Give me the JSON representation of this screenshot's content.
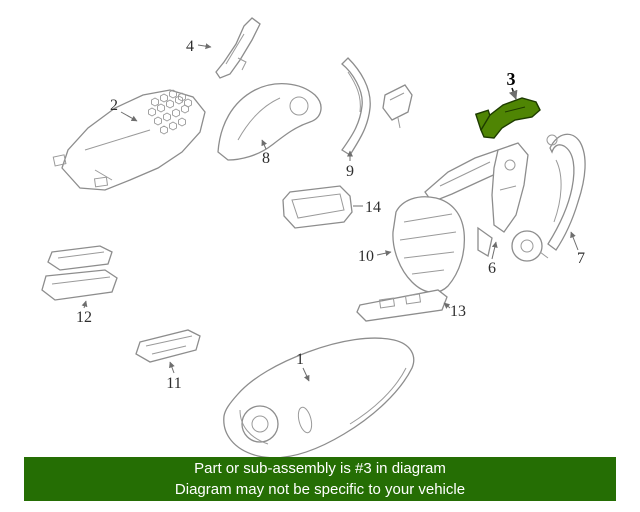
{
  "diagram": {
    "highlighted_part": "3",
    "labels": [
      {
        "text": "1"
      },
      {
        "text": "2"
      },
      {
        "text": "3"
      },
      {
        "text": "4"
      },
      {
        "text": "6"
      },
      {
        "text": "7"
      },
      {
        "text": "8"
      },
      {
        "text": "9"
      },
      {
        "text": "10"
      },
      {
        "text": "11"
      },
      {
        "text": "12"
      },
      {
        "text": "13"
      },
      {
        "text": "14"
      }
    ]
  },
  "banner": {
    "line1": "Part or sub-assembly is #3 in diagram",
    "line2": "Diagram may not be specific to your vehicle"
  },
  "colors": {
    "highlight_fill": "#4f8504",
    "highlight_stroke": "#1d3b00",
    "banner_bg": "#256e04",
    "banner_text": "#ffffff",
    "line_art": "#8d8d8d",
    "label_text": "#2e2e2e"
  }
}
